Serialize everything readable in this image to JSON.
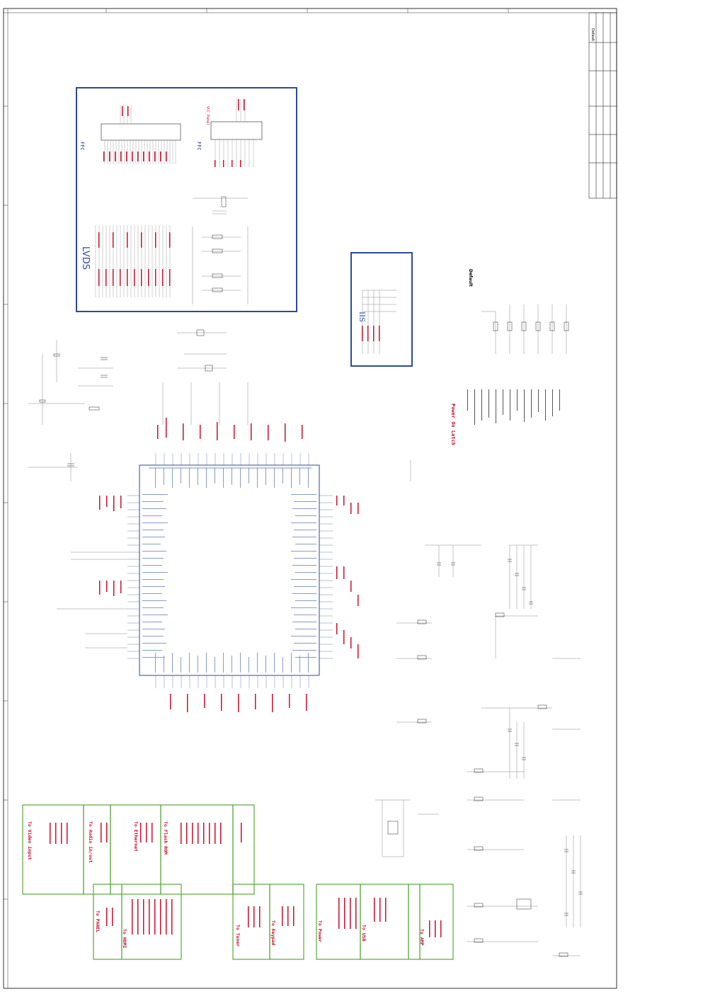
{
  "sheet": {
    "title_block": {
      "cells": [
        "Default",
        "",
        "",
        "",
        ""
      ]
    }
  },
  "blocks": {
    "lvds": {
      "title": "LVDS",
      "ffc_left": "FFC",
      "ffc_right": "FFC",
      "vcc_panel": "VCC_Panel"
    },
    "iis": {
      "title": "IIS"
    },
    "power_on_latch": {
      "title": "Power On Latch",
      "default_label": "Default"
    }
  },
  "connector_boxes": {
    "row1": [
      {
        "title": "To Video input"
      },
      {
        "title": "To Audio in/out"
      },
      {
        "title": "To Ethernet"
      },
      {
        "title": "To Flash ROM"
      },
      {
        "title": ""
      },
      {
        "title": ""
      }
    ],
    "row2": [
      {
        "title": "To PANEL"
      },
      {
        "title": "To HDMI"
      },
      {
        "title": "To Tuner"
      },
      {
        "title": "To Keypad"
      },
      {
        "title": "To Power"
      },
      {
        "title": "To USB"
      },
      {
        "title": "To AMP"
      }
    ]
  },
  "colors": {
    "wire": "#8a8a8a",
    "net_label": "#c8102e",
    "chip": "#2a4a9c",
    "box_blue": "#2d4a9a",
    "box_green": "#5aa83a",
    "frame": "#000000"
  },
  "icons": [
    "resistor-icon",
    "capacitor-icon",
    "ground-icon",
    "ic-chip-icon",
    "connector-icon"
  ]
}
